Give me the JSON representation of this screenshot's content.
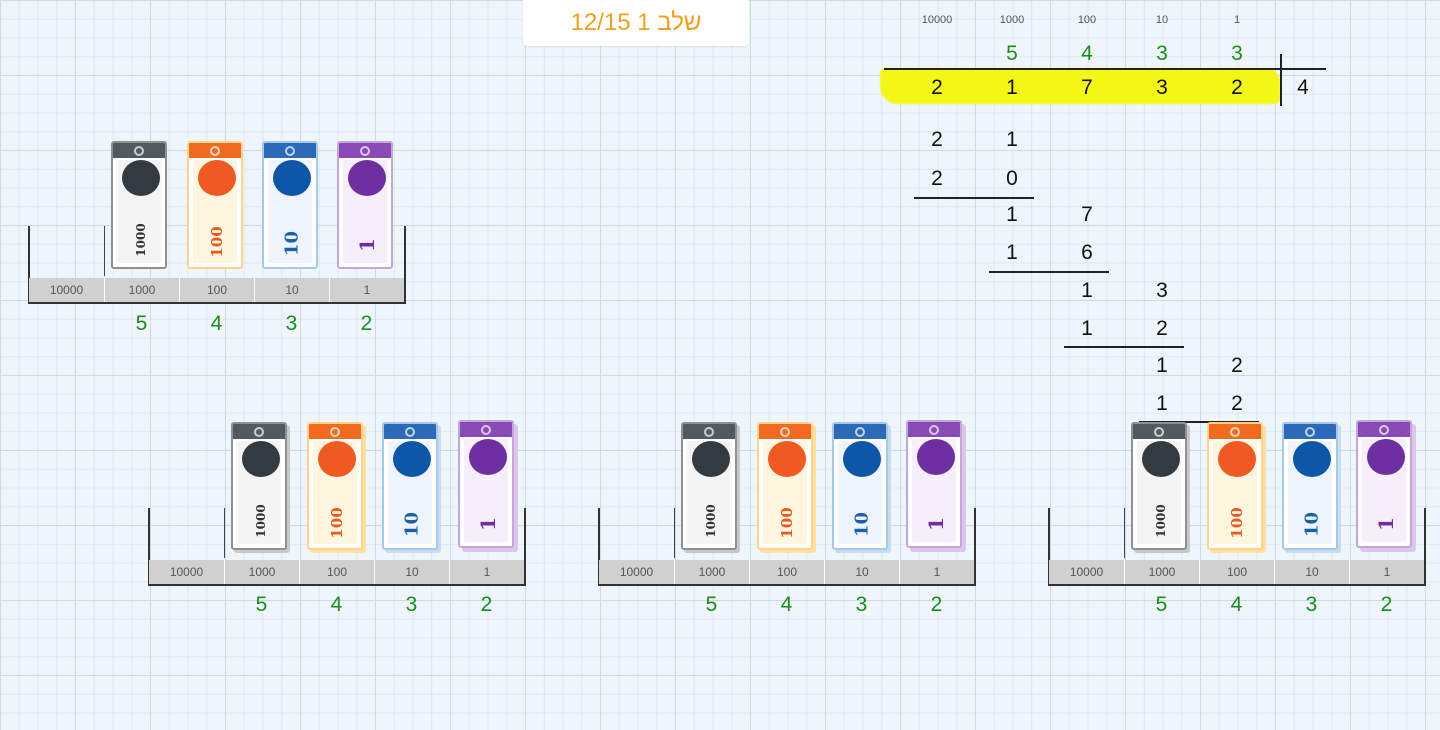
{
  "step": {
    "label": "שלב 1  12/15"
  },
  "place_values": [
    "10000",
    "1000",
    "100",
    "10",
    "1"
  ],
  "quotient": [
    "5",
    "4",
    "3",
    "3"
  ],
  "dividend": [
    "2",
    "1",
    "7",
    "3",
    "2"
  ],
  "divisor": "4",
  "work_rows": [
    [
      "2",
      "1"
    ],
    [
      "2",
      "0"
    ],
    [
      "1",
      "7"
    ],
    [
      "1",
      "6"
    ],
    [
      "1",
      "3"
    ],
    [
      "1",
      "2"
    ],
    [
      "1",
      "2"
    ],
    [
      "1",
      "2"
    ]
  ],
  "bills": {
    "b1000": "1000",
    "b100": "100",
    "b10": "10",
    "b1": "1"
  },
  "boards": [
    {
      "labels": [
        "10000",
        "1000",
        "100",
        "10",
        "1"
      ],
      "counts": [
        "5",
        "4",
        "3",
        "2"
      ]
    },
    {
      "labels": [
        "10000",
        "1000",
        "100",
        "10",
        "1"
      ],
      "counts": [
        "5",
        "4",
        "3",
        "2"
      ]
    },
    {
      "labels": [
        "10000",
        "1000",
        "100",
        "10",
        "1"
      ],
      "counts": [
        "5",
        "4",
        "3",
        "2"
      ]
    },
    {
      "labels": [
        "10000",
        "1000",
        "100",
        "10",
        "1"
      ],
      "counts": [
        "5",
        "4",
        "3",
        "2"
      ]
    }
  ],
  "colors": {
    "step_text": "#f0a020",
    "quotient": "#1e8a1e",
    "highlight": "#f3f716"
  }
}
